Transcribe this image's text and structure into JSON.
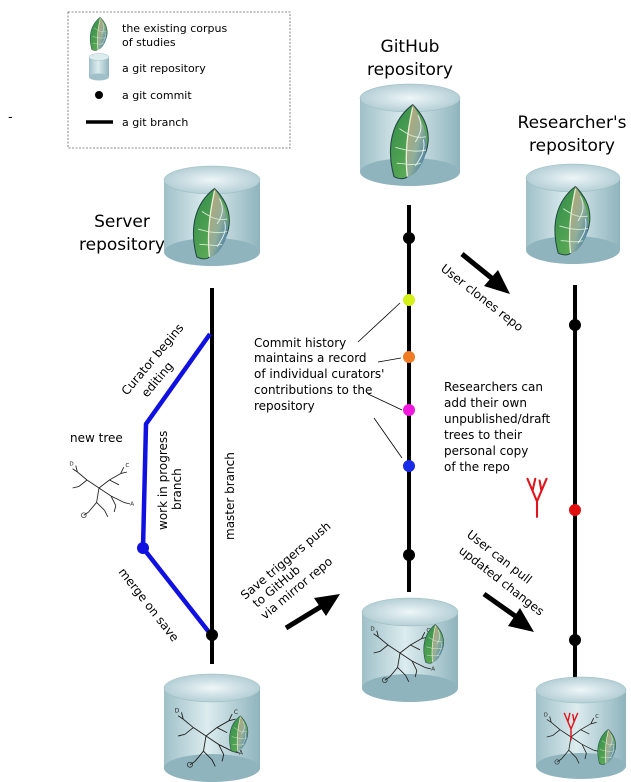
{
  "legend": {
    "corpus": [
      "the existing corpus",
      "of studies"
    ],
    "repository": "a git repository",
    "commit": "a git commit",
    "branch": "a git branch"
  },
  "stray_mark": "-",
  "server": {
    "title": [
      "Server",
      "repository"
    ],
    "master_branch": "master branch",
    "curator_begins": [
      "Curator begins",
      "editing"
    ],
    "new_tree": "new tree",
    "work_branch": [
      "work in progress",
      "branch"
    ],
    "merge": "merge on save"
  },
  "github": {
    "title": [
      "GitHub",
      "repository"
    ],
    "commit_history": [
      "Commit history",
      "maintains a record",
      "of individual curators'",
      "contributions to the",
      "repository"
    ],
    "save_triggers": [
      "Save triggers push",
      "to GitHub",
      "via mirror repo"
    ]
  },
  "researcher": {
    "title": [
      "Researcher's",
      "repository"
    ],
    "clones": "User clones repo",
    "researchers_can": [
      "Researchers can",
      "add their own",
      "unpublished/draft",
      "trees to their",
      "personal copy",
      "of the repo"
    ],
    "pull": [
      "User can pull",
      "updated changes"
    ]
  },
  "colors": {
    "branch": "#000000",
    "work_branch": "#1010e0",
    "draft_tree": "#e0151b",
    "commit_yellow": "#d4f018",
    "commit_orange": "#f07d24",
    "commit_magenta": "#f018dc",
    "commit_blue": "#1a2be8",
    "commit_red": "#e01010",
    "cylinder_top": "#d6e6ea",
    "cylinder_side": "#9fc0c8"
  }
}
